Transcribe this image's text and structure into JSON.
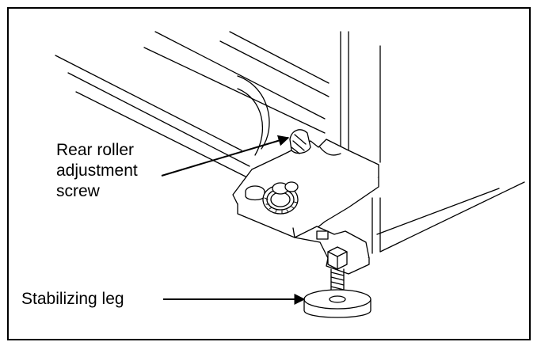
{
  "diagram": {
    "callouts": {
      "rear_roller": {
        "line1": "Rear roller",
        "line2": "adjustment",
        "line3": "screw"
      },
      "stabilizing_leg": "Stabilizing leg"
    }
  }
}
